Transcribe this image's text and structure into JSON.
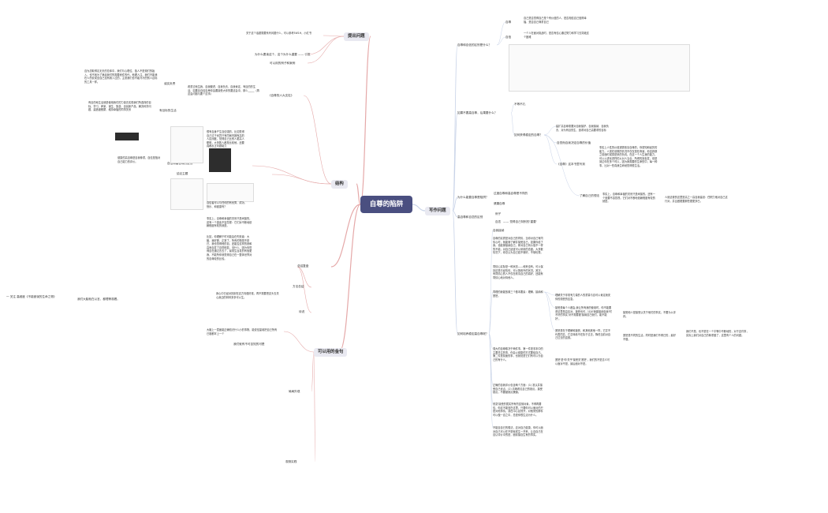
{
  "root": "自尊的陷阱",
  "left": {
    "b_raise": "提出问题",
    "raise_q": "关于这个话题需要系列问题什么，可以参考5W1H，小红书",
    "raise_a": "为什么要读这个，这个为什么重要 —— 引发",
    "raise_b": "可以用的例子和案例",
    "b_struct": "结构",
    "s_six": "《自尊的六大支柱》",
    "six_desc": "看重过他生我、自我疑虑、自我负责、自我肯定、有目的的生活、如果靠自信自卑你会要接受大你的要这会中，那么_____（再这会问题与要个这事）",
    "s_resp": "诚实负责",
    "resp_t": "自为念取得名无责的总体中，我们与心理位、独人不是现们的始入，也不就为了满足我们的需要而件的代，他理人注，我们不能我在人伤安成全自己没有我入过的，主张我们也不能冷冷的别人目标的工具一样。",
    "s_goal": "有目标的生活",
    "goal_t": "有目的地生活就是使用我们的力量去实现我们所选择的目标，学习、养家、谋生、旅游、自创新产品、解决科学问题、建造度假屋、维持幸福的同事关系",
    "s_ctn": "结论主题",
    "s_img": "自信和高自尊的区别",
    "img_t": "健康的高自尊是自我尊重，自信是指对自己能力的评价。",
    "ctn_a": "很有自身产生自信强的，比如觉得自己过于优异只有同局内拥有高的人区阔度，觉得自己比别人更高人聪明，大多数人都是比较他，还要真都反正问题能力",
    "ctn_b": "自信者可以与任何的有优秀、成功、快乐、和健康吗？",
    "ctn_c": "事实上，自尊和幸福的关系只是间接的，还有一个因素不容忽视：它们对不断地依赖程度有较的就是。",
    "ctn_d": "比如，你理解于时可能会在失败者：大脑，我好那、正常了，所有的物感不是已，我也觉得他的自，还能否这样的就和高而自发了自觉明显，没什么、因为你觉得自在通过去去了，最常生自发的有值更我，不能所你就觉得自己在一整体世界对的自尊较的比较。",
    "b_review": "总结复盘",
    "s_method": "方法总结",
    "s_mission": "待说",
    "b_usable": "可以用的金句",
    "q_top": "大脑上一层面能正确知识什么小的事物，能说信望着把自己所有已错都拿上一个",
    "q_top2": "我们就有不可自知的可是",
    "s_quotes": "局局外观",
    "s_practice": "观测实践",
    "far_left": "一 关注 高维度《不能被误的生命之物》",
    "far_left2": "我们大脑就在以言，都理等观看。",
    "far_left3": "我心中已经对找到在这方向做好准，再不需要把这头去关心身边的林林多多可以生。"
  },
  "right": {
    "b_write": "写作问题",
    "w1": "自尊和自信的区别是什么？",
    "w1_a": "自尊",
    "w1_a_t": "自己是否觉得自己是个有价值的人、是否相信自己值得幸福、是否自己尊重自己",
    "w1_b": "自信",
    "w1_b_t": "一个人在面对挑战时，是否有信心通过努力和学习去突破这个困难",
    "w2": "如果不要高自尊，后果要什么？",
    "w2_a": "不等不孔",
    "w2_b": "如何获得稳定的自尊？",
    "w2_b1": "建扩高自尊需要对自我接护、自我接纳、自我负责、对为有目的生、追求对自己高要求的目标",
    "w2_b2": "自觉而自我决定自尊的价值",
    "w2_b3": "《自尊》这本书里写到",
    "w2_b3_t": "事实上人性的价值观需依靠自尊的，你感知和经历的能力。人类在依照的情况不仅仅是在奇速，你遗弃那之前面时或感是采的负向。在这一个人生我的能力，可以以进化进样的从对人当合，所得的到处发，但是到达你在多个时以，因为我需要的生命的中，每一种事，比对一些真我生命就觉得很生活。",
    "w2_b4": "了解自己的想法",
    "w2_b4_t": "事实上，自尊和幸福的关系只是间接的。还有一个就要不容忽视，它们对不断地依赖程度有较的就是。",
    "w2_b4_r": "人就这便的这里是高之一高自我建设：任职力他对自己这行对，并且做更要那些更更多已。",
    "w3": "为什么能要自尊是陷阱？",
    "w3_a": "过度自尊和高自尊是不同的",
    "w3_b": "健康自尊",
    "w4": "高自尊和自恋的区别",
    "w4_a": "例子",
    "w4_b": "自恋",
    "w4_b_t": "—— 觉得自己特别的'重要'",
    "w5": "如何培养稳定高自尊呢？",
    "w5_a": "自我接纳",
    "w5_a_t": "自尊的实质是对自己的同情，当你对自己有同情心时，就能够了解并接受自己，如果你给了我，也能够接纳自己，即对自己有价值不一样的不能，对自己适宜可以采用的态度。大多数情况下，你总认为自己若不够好，不够优秀。",
    "w5_b": "同情心实际是一种状态——和来没有。可以保持这是已经情愫，可以按着外的状况。其次，有同情心的人不仅在看清自己的真好，还能有同情心地对待他人。",
    "w5_c": "同理的我能放置三个基本要素：理解、接纳和宽恕。",
    "w5_c1": "理解关于非常有力量的人的重量与百可以肯定我安你的感受的应急。",
    "w5_c2": "接受是每个人都会,我让所有我的使用时，你不能要求这里是高应对，接受也可，比对'我能接纳自我'时不好的事实'对不需要被'接纳自己就们，能不能好'。",
    "w5_c3": "接受他人是接受认关于他们的事实，不要为以评判。",
    "w5_c4": "宽恕'是'你'关乎'接受关'宽恕'，我们的不是意义可以面对不是，最后面对不是。",
    "w5_c5": "宽恕是在于理解和接受，和其他其他一样，它并不代表同意，它意味着不在执于过去，降低当前对自己过去的遗憾。",
    "w5_c6": "宽恕是不同的生活，同时是我们不得已的，最好不做。",
    "w5_d": "我们不是，也不是在一个平等中不断地的，对于这件事，实际上我们对自己的尊重做了，这里有个人的问题。",
    "w5_e": "强大的自尊取决于两件事，第一件是非本中的主要关注的事，你会以健康的方式要给自己。第二件是前面的事，也就说是它们有可以为自己的有什么。",
    "w5_f": "正确的自我评价包含两个方面：(1) 准认并接受自己优点，(2) 清晰看见自己的缺点，接受缺点，不要被缺点兼倒。",
    "w5_g": "改变'接受的属实所有的遗憾对象，不得再要信，你这不能放在这里，只要你可以面对的只是对他事情，或在中心区别开，对他来的那件可以做一自之中，总是你很生活为什么。",
    "w5_h": "不能自自已的想法，应对自己健康，你可以面对自己可以在不是就成生一开来，让自自己在自认评价中的是，面前接自生有的事实。"
  },
  "colors": {
    "root": "#4a4f80",
    "branch": "#e9e9f1",
    "line_left": "#e5a8a8",
    "line_right": "#c8d3e8",
    "accent": "#c0392b"
  },
  "icons": [
    "paper-thumbnail",
    "website-screenshot",
    "article-screenshot"
  ]
}
